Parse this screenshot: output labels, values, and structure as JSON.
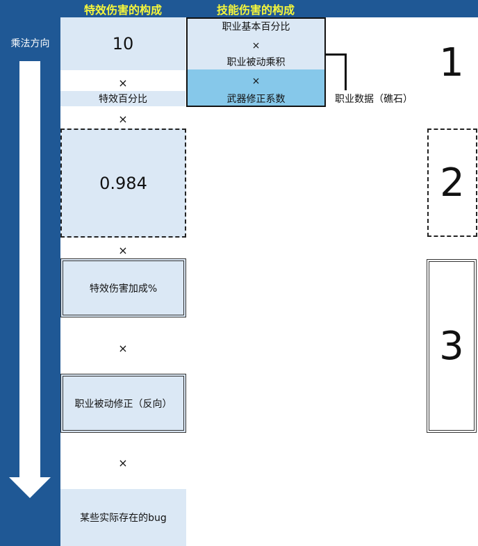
{
  "headers": {
    "special_damage": "特效伤害的构成",
    "skill_damage": "技能伤害的构成"
  },
  "left_arrow": {
    "label": "乘法方向"
  },
  "special_column": {
    "value_10": "10",
    "times_1": "×",
    "special_percent": "特效百分比",
    "times_2": "×",
    "value_0984": "0.984",
    "times_3": "×",
    "special_bonus": "特效伤害加成%",
    "times_4": "×",
    "job_passive_reverse": "职业被动修正（反向）",
    "times_5": "×",
    "actual_bugs": "某些实际存在的bug"
  },
  "skill_column": {
    "job_base_percent": "职业基本百分比",
    "times_a": "×",
    "job_passive_product": "职业被动乘积",
    "times_b": "×",
    "weapon_coefficient": "武器修正系数"
  },
  "job_data_label": "职业数据（礁石）",
  "right_labels": {
    "one": "1",
    "two": "2",
    "three": "3"
  },
  "colors": {
    "dark_blue": "#1f5895",
    "light_blue": "#dbe8f5",
    "sky_blue": "#86c8ea",
    "header_yellow": "#f7f73a"
  }
}
